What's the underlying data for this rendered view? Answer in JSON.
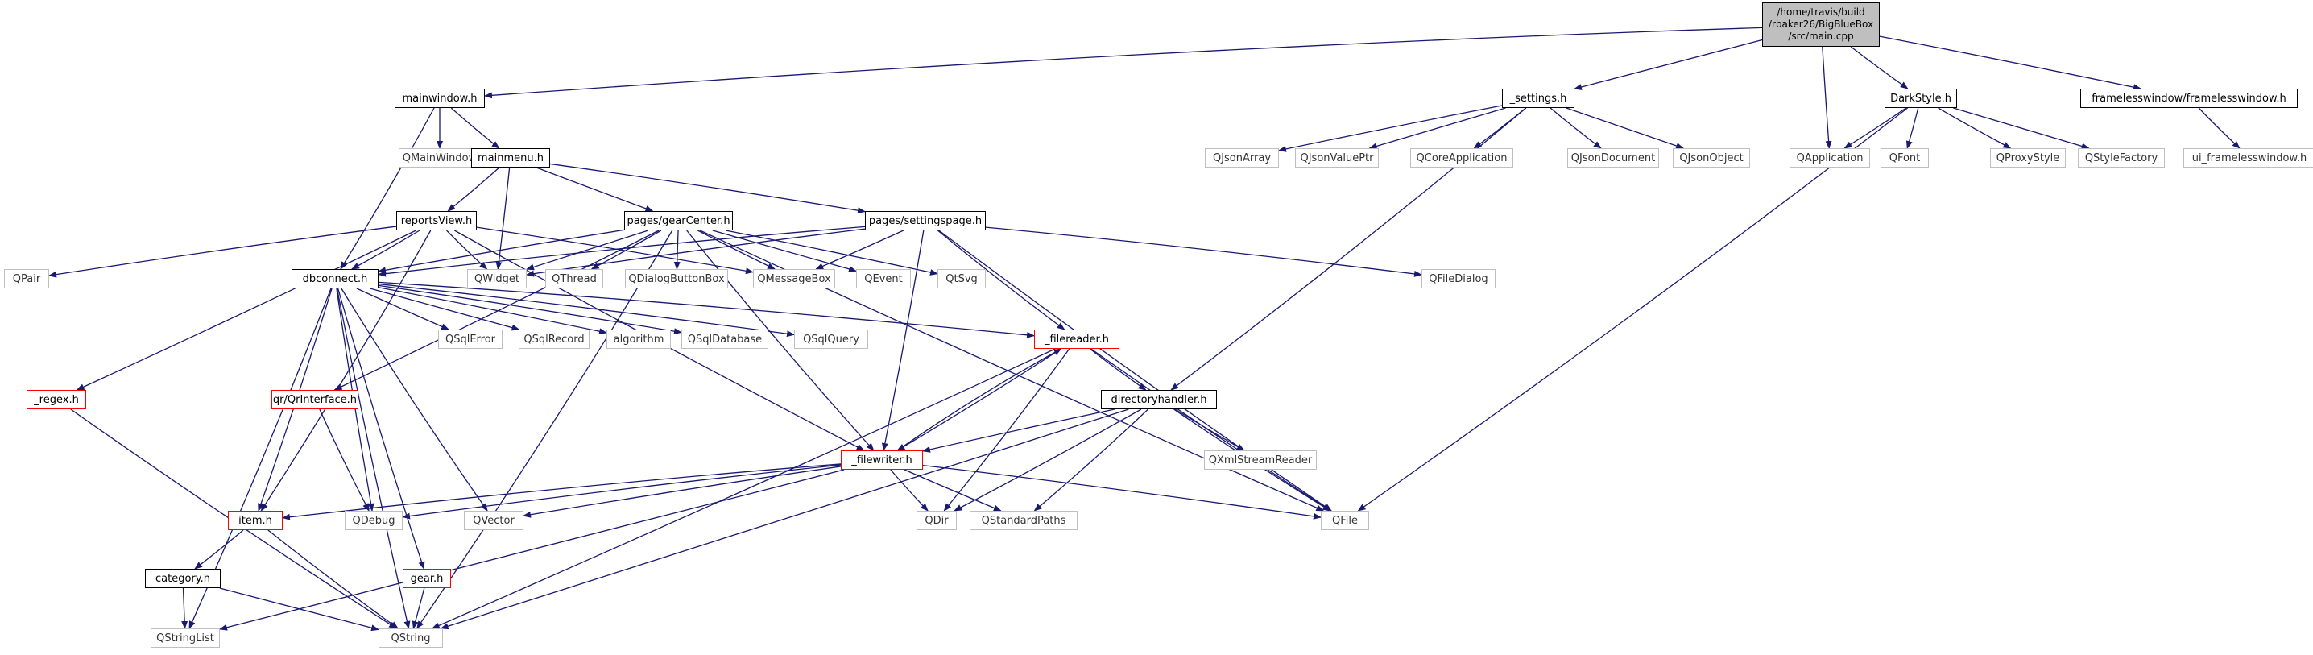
{
  "graph": {
    "colors": {
      "edge": "#191970",
      "normal_border": "#000000",
      "external_border": "#bfbfbf",
      "incomplete_border": "#ff0000",
      "root_fill": "#bfbfbf"
    },
    "nodes": [
      {
        "id": "main",
        "label": "/home/travis/build\n/rbaker26/BigBlueBox\n/src/main.cpp",
        "kind": "root"
      },
      {
        "id": "mainwindow",
        "label": "mainwindow.h",
        "kind": "normal"
      },
      {
        "id": "settings",
        "label": "_settings.h",
        "kind": "normal"
      },
      {
        "id": "darkstyle",
        "label": "DarkStyle.h",
        "kind": "normal"
      },
      {
        "id": "framelessh",
        "label": "framelesswindow/framelesswindow.h",
        "kind": "normal"
      },
      {
        "id": "qmainwindow",
        "label": "QMainWindow",
        "kind": "external"
      },
      {
        "id": "mainmenu",
        "label": "mainmenu.h",
        "kind": "normal"
      },
      {
        "id": "qjsonarray",
        "label": "QJsonArray",
        "kind": "external"
      },
      {
        "id": "qjsonvalueptr",
        "label": "QJsonValuePtr",
        "kind": "external"
      },
      {
        "id": "qcoreapp",
        "label": "QCoreApplication",
        "kind": "external"
      },
      {
        "id": "qjsondoc",
        "label": "QJsonDocument",
        "kind": "external"
      },
      {
        "id": "qjsonobj",
        "label": "QJsonObject",
        "kind": "external"
      },
      {
        "id": "qapplication",
        "label": "QApplication",
        "kind": "external"
      },
      {
        "id": "qfont",
        "label": "QFont",
        "kind": "external"
      },
      {
        "id": "qproxystyle",
        "label": "QProxyStyle",
        "kind": "external"
      },
      {
        "id": "qstylefactory",
        "label": "QStyleFactory",
        "kind": "external"
      },
      {
        "id": "uiframeless",
        "label": "ui_framelesswindow.h",
        "kind": "external"
      },
      {
        "id": "reportsview",
        "label": "reportsView.h",
        "kind": "normal"
      },
      {
        "id": "gearcenter",
        "label": "pages/gearCenter.h",
        "kind": "normal"
      },
      {
        "id": "settingspage",
        "label": "pages/settingspage.h",
        "kind": "normal"
      },
      {
        "id": "qpair",
        "label": "QPair",
        "kind": "external"
      },
      {
        "id": "dbconnect",
        "label": "dbconnect.h",
        "kind": "normal"
      },
      {
        "id": "qwidget",
        "label": "QWidget",
        "kind": "external"
      },
      {
        "id": "qthread",
        "label": "QThread",
        "kind": "external"
      },
      {
        "id": "qdialogbuttonbox",
        "label": "QDialogButtonBox",
        "kind": "external"
      },
      {
        "id": "qmessagebox",
        "label": "QMessageBox",
        "kind": "external"
      },
      {
        "id": "qevent",
        "label": "QEvent",
        "kind": "external"
      },
      {
        "id": "qtsvg",
        "label": "QtSvg",
        "kind": "external"
      },
      {
        "id": "qfiledialog",
        "label": "QFileDialog",
        "kind": "external"
      },
      {
        "id": "qsqlerror",
        "label": "QSqlError",
        "kind": "external"
      },
      {
        "id": "qsqlrecord",
        "label": "QSqlRecord",
        "kind": "external"
      },
      {
        "id": "algorithm",
        "label": "algorithm",
        "kind": "external"
      },
      {
        "id": "qsqldatabase",
        "label": "QSqlDatabase",
        "kind": "external"
      },
      {
        "id": "qsqlquery",
        "label": "QSqlQuery",
        "kind": "external"
      },
      {
        "id": "filereader",
        "label": "_filereader.h",
        "kind": "incomplete"
      },
      {
        "id": "regex",
        "label": "_regex.h",
        "kind": "incomplete"
      },
      {
        "id": "qrinterface",
        "label": "qr/QrInterface.h",
        "kind": "incomplete"
      },
      {
        "id": "directoryhandler",
        "label": "directoryhandler.h",
        "kind": "normal"
      },
      {
        "id": "qxmlstreamreader",
        "label": "QXmlStreamReader",
        "kind": "external"
      },
      {
        "id": "filewriter",
        "label": "_filewriter.h",
        "kind": "incomplete"
      },
      {
        "id": "item",
        "label": "item.h",
        "kind": "incomplete"
      },
      {
        "id": "qdebug",
        "label": "QDebug",
        "kind": "external"
      },
      {
        "id": "qvector",
        "label": "QVector",
        "kind": "external"
      },
      {
        "id": "qdir",
        "label": "QDir",
        "kind": "external"
      },
      {
        "id": "qstandardpaths",
        "label": "QStandardPaths",
        "kind": "external"
      },
      {
        "id": "qfile",
        "label": "QFile",
        "kind": "external"
      },
      {
        "id": "category",
        "label": "category.h",
        "kind": "normal"
      },
      {
        "id": "gear",
        "label": "gear.h",
        "kind": "incomplete"
      },
      {
        "id": "qstringlist",
        "label": "QStringList",
        "kind": "external"
      },
      {
        "id": "qstring",
        "label": "QString",
        "kind": "external"
      }
    ],
    "edges": [
      [
        "main",
        "mainwindow"
      ],
      [
        "main",
        "settings"
      ],
      [
        "main",
        "qapplication"
      ],
      [
        "main",
        "darkstyle"
      ],
      [
        "main",
        "framelessh"
      ],
      [
        "mainwindow",
        "qmainwindow"
      ],
      [
        "mainwindow",
        "mainmenu"
      ],
      [
        "mainwindow",
        "dbconnect"
      ],
      [
        "mainmenu",
        "reportsview"
      ],
      [
        "mainmenu",
        "gearcenter"
      ],
      [
        "mainmenu",
        "settingspage"
      ],
      [
        "mainmenu",
        "qwidget"
      ],
      [
        "settings",
        "qjsonarray"
      ],
      [
        "settings",
        "qjsonvalueptr"
      ],
      [
        "settings",
        "qcoreapp"
      ],
      [
        "settings",
        "qjsondoc"
      ],
      [
        "settings",
        "qjsonobj"
      ],
      [
        "settings",
        "directoryhandler"
      ],
      [
        "darkstyle",
        "qapplication"
      ],
      [
        "darkstyle",
        "qfont"
      ],
      [
        "darkstyle",
        "qproxystyle"
      ],
      [
        "darkstyle",
        "qstylefactory"
      ],
      [
        "darkstyle",
        "qfile"
      ],
      [
        "framelessh",
        "uiframeless"
      ],
      [
        "reportsview",
        "qpair"
      ],
      [
        "reportsview",
        "dbconnect"
      ],
      [
        "reportsview",
        "qwidget"
      ],
      [
        "reportsview",
        "qmessagebox"
      ],
      [
        "reportsview",
        "regex"
      ],
      [
        "reportsview",
        "item"
      ],
      [
        "reportsview",
        "filewriter"
      ],
      [
        "gearcenter",
        "dbconnect"
      ],
      [
        "gearcenter",
        "qwidget"
      ],
      [
        "gearcenter",
        "qthread"
      ],
      [
        "gearcenter",
        "qdialogbuttonbox"
      ],
      [
        "gearcenter",
        "qmessagebox"
      ],
      [
        "gearcenter",
        "qevent"
      ],
      [
        "gearcenter",
        "qtsvg"
      ],
      [
        "gearcenter",
        "qrinterface"
      ],
      [
        "gearcenter",
        "filewriter"
      ],
      [
        "gearcenter",
        "qfile"
      ],
      [
        "gearcenter",
        "qstring"
      ],
      [
        "settingspage",
        "dbconnect"
      ],
      [
        "settingspage",
        "qwidget"
      ],
      [
        "settingspage",
        "qmessagebox"
      ],
      [
        "settingspage",
        "qfiledialog"
      ],
      [
        "settingspage",
        "filereader"
      ],
      [
        "settingspage",
        "filewriter"
      ],
      [
        "settingspage",
        "qfile"
      ],
      [
        "dbconnect",
        "qsqlerror"
      ],
      [
        "dbconnect",
        "qsqlrecord"
      ],
      [
        "dbconnect",
        "algorithm"
      ],
      [
        "dbconnect",
        "qsqldatabase"
      ],
      [
        "dbconnect",
        "qsqlquery"
      ],
      [
        "dbconnect",
        "filereader"
      ],
      [
        "dbconnect",
        "item"
      ],
      [
        "dbconnect",
        "qdebug"
      ],
      [
        "dbconnect",
        "qvector"
      ],
      [
        "dbconnect",
        "gear"
      ],
      [
        "dbconnect",
        "qstringlist"
      ],
      [
        "dbconnect",
        "qstring"
      ],
      [
        "filereader",
        "directoryhandler"
      ],
      [
        "filereader",
        "filewriter"
      ],
      [
        "filereader",
        "qdir"
      ],
      [
        "filereader",
        "qfile"
      ],
      [
        "filereader",
        "qstring"
      ],
      [
        "directoryhandler",
        "qxmlstreamreader"
      ],
      [
        "directoryhandler",
        "filewriter"
      ],
      [
        "directoryhandler",
        "qdir"
      ],
      [
        "directoryhandler",
        "qstandardpaths"
      ],
      [
        "directoryhandler",
        "qfile"
      ],
      [
        "directoryhandler",
        "qstring"
      ],
      [
        "filewriter",
        "filereader"
      ],
      [
        "filewriter",
        "item"
      ],
      [
        "filewriter",
        "qdebug"
      ],
      [
        "filewriter",
        "qvector"
      ],
      [
        "filewriter",
        "qdir"
      ],
      [
        "filewriter",
        "qstandardpaths"
      ],
      [
        "filewriter",
        "qfile"
      ],
      [
        "filewriter",
        "qstringlist"
      ],
      [
        "regex",
        "qstring"
      ],
      [
        "qrinterface",
        "qdebug"
      ],
      [
        "item",
        "category"
      ],
      [
        "item",
        "qstring"
      ],
      [
        "category",
        "qstringlist"
      ],
      [
        "category",
        "qstring"
      ],
      [
        "gear",
        "qstring"
      ]
    ]
  }
}
